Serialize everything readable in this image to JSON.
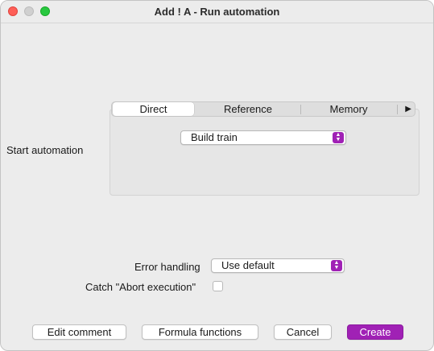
{
  "window": {
    "title": "Add ! A - Run automation"
  },
  "start_automation": {
    "label": "Start automation",
    "tabs": [
      {
        "label": "Direct",
        "selected": true
      },
      {
        "label": "Reference",
        "selected": false
      },
      {
        "label": "Memory",
        "selected": false
      }
    ],
    "more_tabs_glyph": "▶",
    "automation_select": {
      "value": "Build train"
    }
  },
  "error_handling": {
    "label": "Error handling",
    "value": "Use default"
  },
  "catch_abort": {
    "label": "Catch \"Abort execution\"",
    "checked": false
  },
  "buttons": {
    "edit_comment": "Edit comment",
    "formula_functions": "Formula functions",
    "cancel": "Cancel",
    "create": "Create"
  },
  "colors": {
    "accent": "#a021b5",
    "close": "#fe5f57",
    "maximize": "#28c840"
  },
  "icons": {
    "popup_arrows": "up-down-chevron-icon",
    "tab_overflow": "triangle-right-icon"
  }
}
